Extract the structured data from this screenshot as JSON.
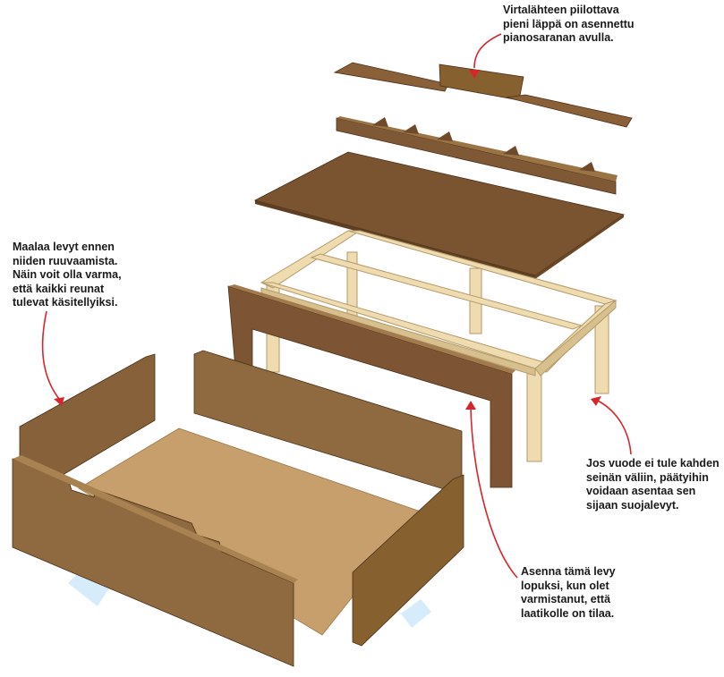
{
  "annotations": {
    "lid_flap": [
      "Virtalähteen piilottava",
      "pieni läppä on asennettu",
      "pianosaranan avulla."
    ],
    "paint_panels": [
      "Maalaa levyt ennen",
      "niiden ruuvaamista.",
      "Näin voit olla varma,",
      "että kaikki reunat",
      "tulevat käsitellyiksi."
    ],
    "end_panels": [
      "Jos vuode ei tule kahden",
      "seinän väliin, päätyihin",
      "voidaan asentaa sen",
      "sijaan suojalevyt."
    ],
    "last_panel": [
      "Asenna tämä levy",
      "lopuksi, kun olet",
      "varmistanut, että",
      "laatikolle on tilaa."
    ]
  },
  "colors": {
    "panel_dark": "#7a5431",
    "panel_mid": "#8f6a40",
    "panel_light": "#a17a4d",
    "board_floor": "#c69f6c",
    "frame_wood": "#eedbb0",
    "arrow_red": "#d7262b",
    "shadow_blue": "#d6ecfa"
  }
}
